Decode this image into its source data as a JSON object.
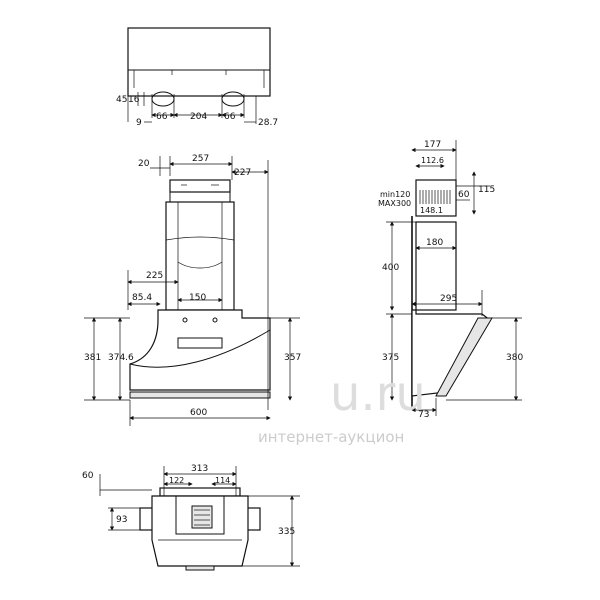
{
  "top_view": {
    "dims": {
      "d45": "45",
      "d16": "16",
      "d9": "9",
      "d66a": "66",
      "d204": "204",
      "d66b": "66",
      "d28_7": "28.7"
    }
  },
  "front_view": {
    "dims": {
      "d20": "20",
      "d257": "257",
      "d227": "227",
      "d225": "225",
      "d85_4": "85.4",
      "d150": "150",
      "d381": "381",
      "d374_6": "374.6",
      "d357": "357",
      "d600": "600"
    }
  },
  "side_view": {
    "dims": {
      "d177": "177",
      "d112_6": "112.6",
      "min120": "min120",
      "max300": "MAX300",
      "d148_1": "148.1",
      "d60": "60",
      "d115": "115",
      "d180": "180",
      "d400": "400",
      "d295": "295",
      "d375": "375",
      "d380": "380",
      "d73": "73"
    }
  },
  "bottom_view": {
    "dims": {
      "d60": "60",
      "d313": "313",
      "d122": "122",
      "d114": "114",
      "d93": "93",
      "d335": "335"
    }
  },
  "watermark": {
    "line1": "u.ru",
    "line2": "интернет-аукцион"
  }
}
